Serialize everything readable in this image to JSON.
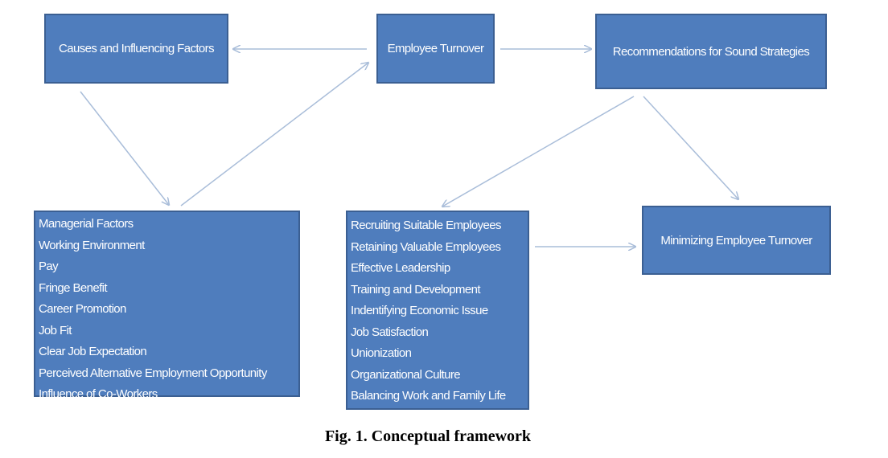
{
  "nodes": {
    "causes": "Causes and Influencing  Factors",
    "turnover": "Employee Turnover",
    "recommendations": "Recommendations for Sound Strategies",
    "minimizing": "Minimizing Employee Turnover"
  },
  "factors": [
    "Managerial Factors",
    "Working Environment",
    "Pay",
    "Fringe Benefit",
    "Career Promotion",
    "Job Fit",
    "Clear Job Expectation",
    "Perceived Alternative Employment  Opportunity",
    "Influence of Co-Workers"
  ],
  "strategies": [
    "Recruiting Suitable Employees",
    "Retaining Valuable Employees",
    "Effective Leadership",
    "Training and Development",
    "Indentifying Economic Issue",
    "Job Satisfaction",
    "Unionization",
    "Organizational Culture",
    "Balancing Work and Family Life"
  ],
  "caption": "Fig. 1. Conceptual framework",
  "colors": {
    "box": "#4f7dbd",
    "border": "#3b5f92",
    "arrow": "#a9bdd9"
  }
}
